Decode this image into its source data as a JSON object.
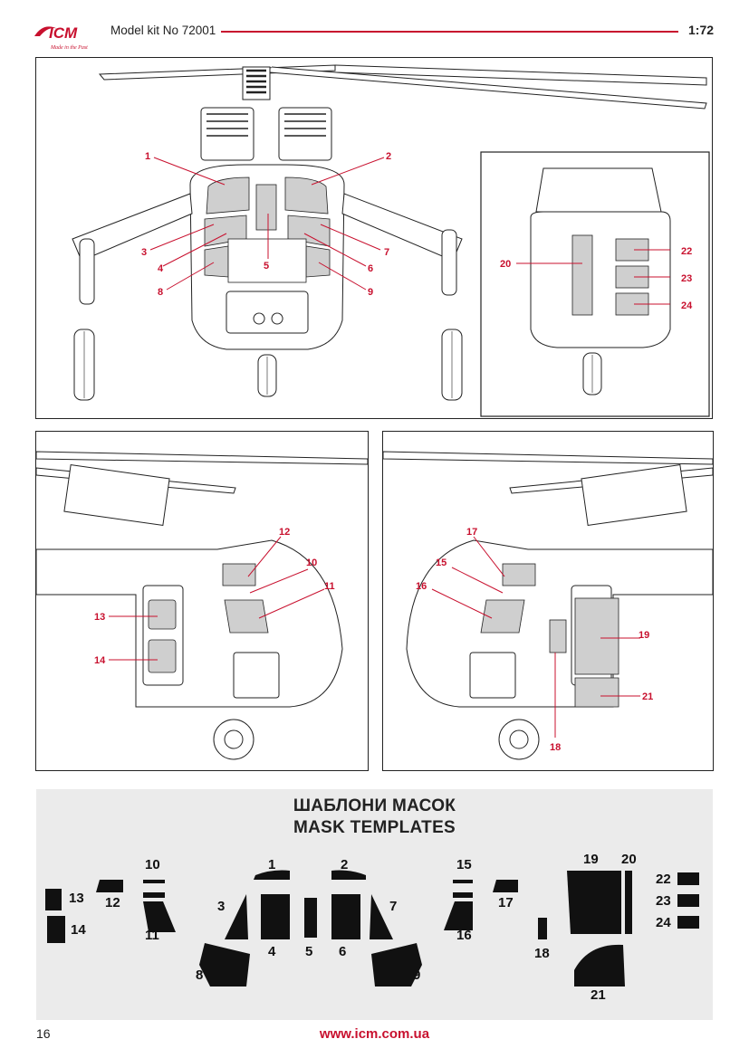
{
  "header": {
    "brand": "ICM",
    "brand_tagline": "Made in the Past",
    "model_kit": "Model kit No 72001",
    "scale": "1:72",
    "accent_color": "#c8102e"
  },
  "callouts": {
    "front_view": [
      "1",
      "2",
      "3",
      "4",
      "5",
      "6",
      "7",
      "8",
      "9"
    ],
    "rear_view": [
      "20",
      "22",
      "23",
      "24"
    ],
    "left_side": [
      "10",
      "11",
      "12",
      "13",
      "14"
    ],
    "right_side": [
      "15",
      "16",
      "17",
      "18",
      "19",
      "21"
    ]
  },
  "mask_templates": {
    "title_ua": "ШАБЛОНИ МАСОК",
    "title_en": "MASK TEMPLATES",
    "labels": [
      "1",
      "2",
      "3",
      "4",
      "5",
      "6",
      "7",
      "8",
      "9",
      "10",
      "11",
      "12",
      "13",
      "14",
      "15",
      "16",
      "17",
      "18",
      "19",
      "20",
      "21",
      "22",
      "23",
      "24"
    ],
    "background": "#ebebeb",
    "mask_color": "#111111"
  },
  "footer": {
    "page_number": "16",
    "website": "www.icm.com.ua"
  }
}
